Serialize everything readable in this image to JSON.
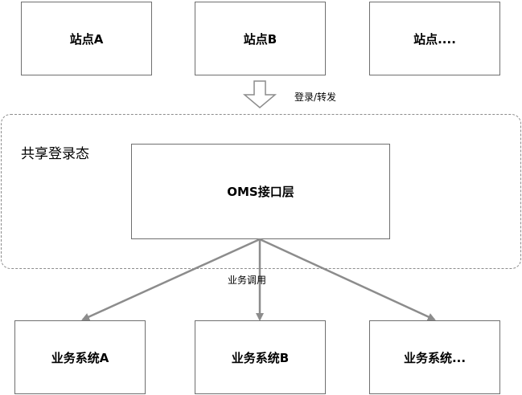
{
  "sites": [
    {
      "label": "站点A"
    },
    {
      "label": "站点B"
    },
    {
      "label": "站点...."
    }
  ],
  "login_edge_label": "登录/转发",
  "shared_group": {
    "title": "共享登录态",
    "oms_label": "OMS接口层"
  },
  "call_edge_label": "业务调用",
  "systems": [
    {
      "label": "业务系统A"
    },
    {
      "label": "业务系统B"
    },
    {
      "label": "业务系统..."
    }
  ],
  "colors": {
    "box_border": "#6f6f6f",
    "arrow": "#8c8c8c",
    "group_border": "#8c8c8c"
  }
}
